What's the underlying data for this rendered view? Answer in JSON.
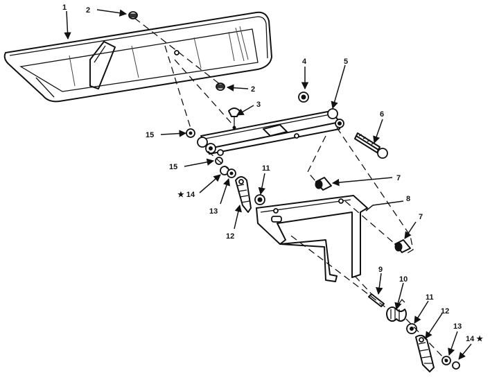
{
  "callouts": {
    "c1": "1",
    "c2a": "2",
    "c2b": "2",
    "c3": "3",
    "c4": "4",
    "c5": "5",
    "c6": "6",
    "c7a": "7",
    "c7b": "7",
    "c8": "8",
    "c9": "9",
    "c10": "10",
    "c11a": "11",
    "c11b": "11",
    "c12a": "12",
    "c12b": "12",
    "c13a": "13",
    "c13b": "13",
    "c14a": "★ 14",
    "c14b": "14 ★",
    "c15a": "15",
    "c15b": "15"
  },
  "colors": {
    "ink": "#111111",
    "paper": "#ffffff"
  }
}
